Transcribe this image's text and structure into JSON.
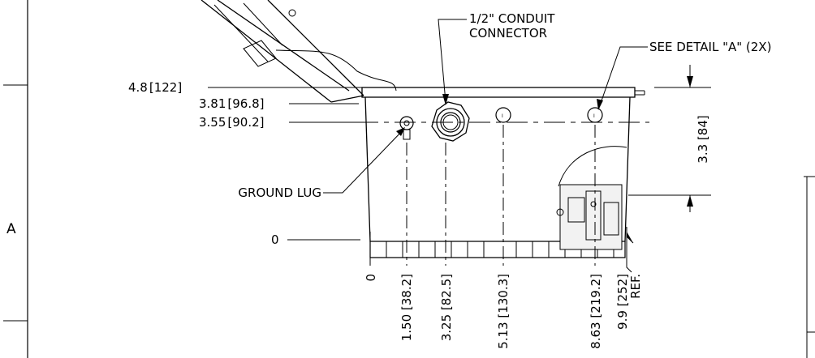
{
  "border": {
    "zone_letter": "A"
  },
  "callouts": {
    "conduit_line1": "1/2\" CONDUIT",
    "conduit_line2": "CONNECTOR",
    "see_detail": "SEE DETAIL \"A\" (2X)",
    "ground_lug": "GROUND LUG"
  },
  "vertical_dims": {
    "d1": "4.8",
    "d1_mm": "[122]",
    "d2": "3.81",
    "d2_mm": "[96.8]",
    "d3": "3.55",
    "d3_mm": "[90.2]",
    "zero": "0"
  },
  "right_dim": {
    "value": "3.3 [84]"
  },
  "horizontal_dims": {
    "h0": "0",
    "h1": "1.50 [38.2]",
    "h2": "3.25 [82.5]",
    "h3": "5.13 [130.3]",
    "h4": "8.63 [219.2]",
    "h5": "9.9 [252]",
    "h5_ref": "REF."
  }
}
